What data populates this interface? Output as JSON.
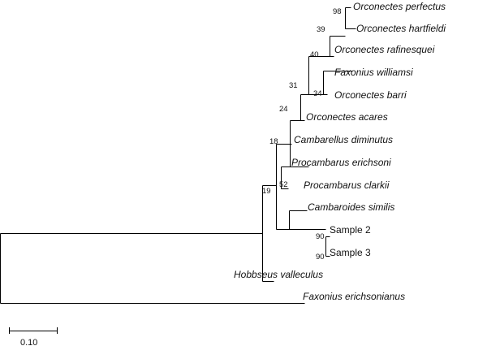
{
  "taxa": [
    {
      "id": "perfectus",
      "label": "Orconectes perfectus",
      "italic": true
    },
    {
      "id": "hartfieldi",
      "label": "Orconectes hartfieldi",
      "italic": true
    },
    {
      "id": "rafinesquei",
      "label": "Orconectes rafinesquei",
      "italic": true
    },
    {
      "id": "williamsi",
      "label": "Faxonius williamsi",
      "italic": true
    },
    {
      "id": "barri",
      "label": "Orconectes barri",
      "italic": true
    },
    {
      "id": "acares",
      "label": "Orconectes acares",
      "italic": true
    },
    {
      "id": "diminutus",
      "label": "Cambarellus diminutus",
      "italic": true
    },
    {
      "id": "erichsoni",
      "label": "Procambarus erichsoni",
      "italic": true
    },
    {
      "id": "clarkii",
      "label": "Procambarus clarkii",
      "italic": true
    },
    {
      "id": "similis",
      "label": "Cambaroides similis",
      "italic": true
    },
    {
      "id": "sample2",
      "label": "Sample 2",
      "italic": false
    },
    {
      "id": "sample3",
      "label": "Sample 3",
      "italic": false
    },
    {
      "id": "valleculus",
      "label": "Hobbseus valleculus",
      "italic": true
    },
    {
      "id": "erichsonianus",
      "label": "Faxonius erichsonianus",
      "italic": true
    }
  ],
  "support_values": [
    "98",
    "39",
    "40",
    "34",
    "31",
    "24",
    "18",
    "52",
    "90",
    "90",
    "19"
  ],
  "scale_bar": {
    "label": "0.10"
  },
  "line_color": "#000000"
}
